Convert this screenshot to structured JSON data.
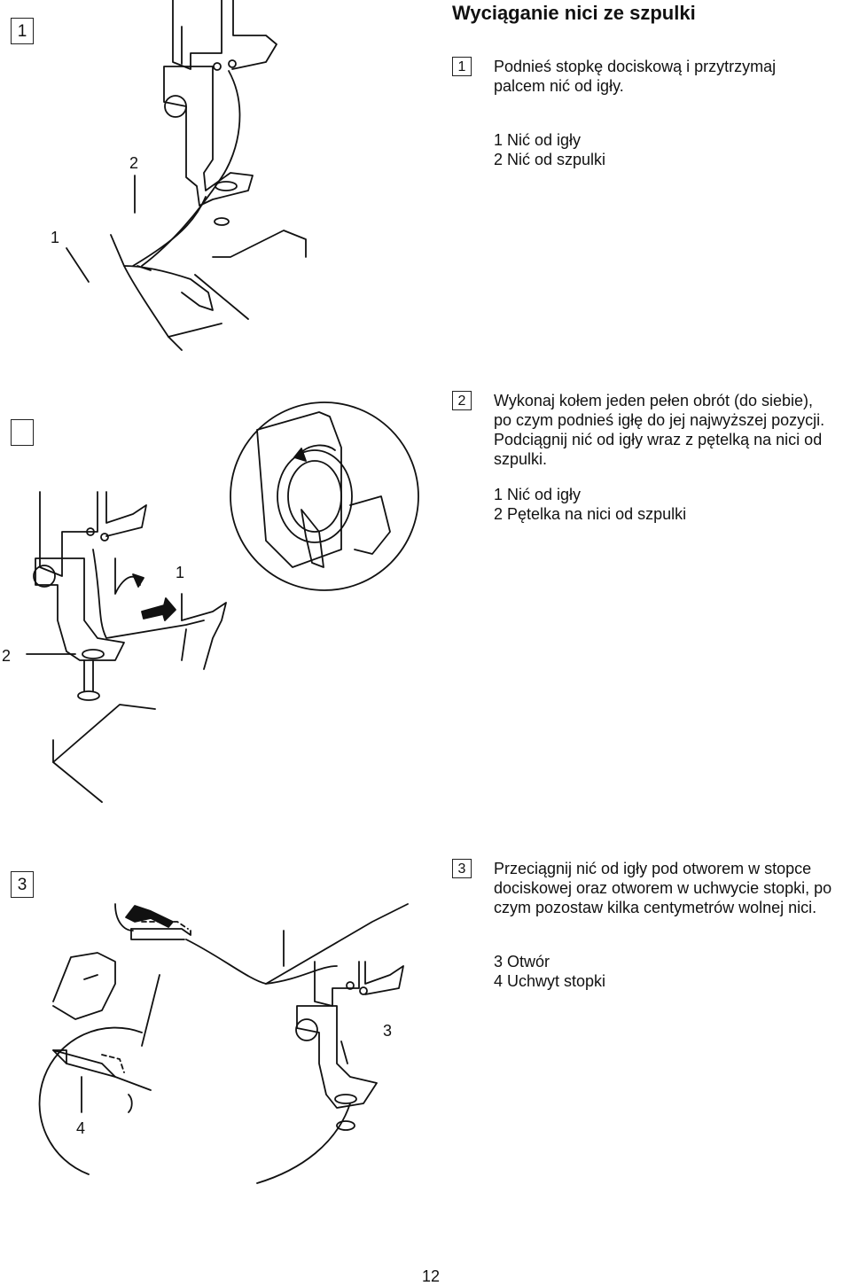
{
  "title": "Wyciąganie nici ze szpulki",
  "steps": [
    {
      "number": "1",
      "text_lines": [
        "Podnieś stopkę dociskową i przytrzymaj",
        "palcem nić od igły."
      ],
      "legend": [
        "1  Nić od igły",
        "2  Nić od szpulki"
      ]
    },
    {
      "number": "2",
      "text_lines": [
        "Wykonaj kołem jeden pełen obrót (do siebie),",
        "po czym podnieś igłę do jej najwyższej pozycji.",
        "Podciągnij nić od igły wraz z pętelką na nici od",
        "szpulki."
      ],
      "legend": [
        "1  Nić od igły",
        "2  Pętelka na nici od szpulki"
      ]
    },
    {
      "number": "3",
      "text_lines": [
        "Przeciągnij nić od igły pod otworem w stopce",
        "dociskowej oraz otworem w uchwycie stopki, po",
        "czym pozostaw kilka centymetrów wolnej nici."
      ],
      "legend": [
        "3  Otwór",
        "4  Uchwyt stopki"
      ]
    }
  ],
  "figure_labels": {
    "fig1_step": "1",
    "fig1_label_2": "2",
    "fig1_label_1": "1",
    "fig2_step": "",
    "fig2_label_1": "1",
    "fig2_label_2": "2",
    "fig3_step": "3",
    "fig3_label_3": "3",
    "fig3_label_4": "4"
  },
  "page_number": "12"
}
